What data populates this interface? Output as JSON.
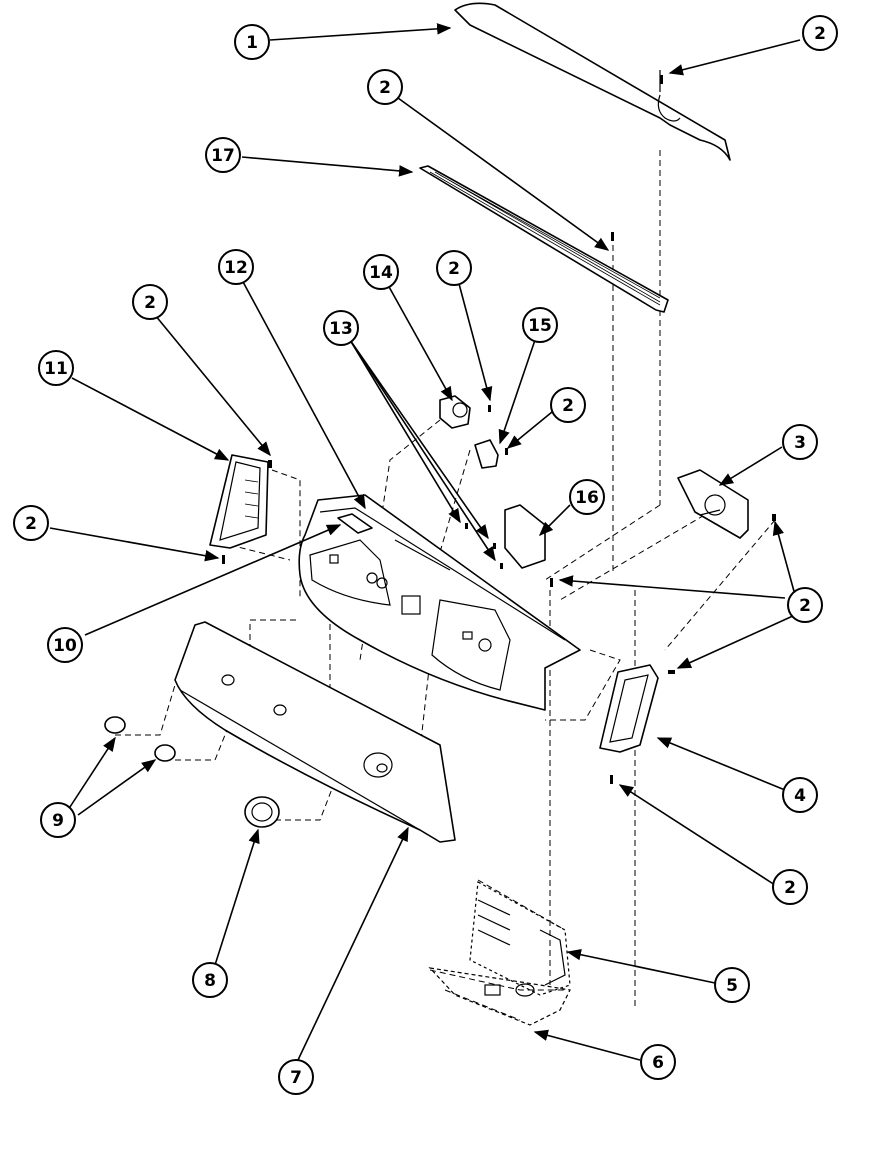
{
  "callouts": [
    {
      "id": "c1",
      "label": "1"
    },
    {
      "id": "c2a",
      "label": "2"
    },
    {
      "id": "c2b",
      "label": "2"
    },
    {
      "id": "c17",
      "label": "17"
    },
    {
      "id": "c12",
      "label": "12"
    },
    {
      "id": "c14",
      "label": "14"
    },
    {
      "id": "c2c",
      "label": "2"
    },
    {
      "id": "c13",
      "label": "13"
    },
    {
      "id": "c15",
      "label": "15"
    },
    {
      "id": "c2d",
      "label": "2"
    },
    {
      "id": "c2e",
      "label": "2"
    },
    {
      "id": "c11",
      "label": "11"
    },
    {
      "id": "c3",
      "label": "3"
    },
    {
      "id": "c16",
      "label": "16"
    },
    {
      "id": "c2f",
      "label": "2"
    },
    {
      "id": "c2g",
      "label": "2"
    },
    {
      "id": "c10",
      "label": "10"
    },
    {
      "id": "c4",
      "label": "4"
    },
    {
      "id": "c9",
      "label": "9"
    },
    {
      "id": "c2h",
      "label": "2"
    },
    {
      "id": "c8",
      "label": "8"
    },
    {
      "id": "c5",
      "label": "5"
    },
    {
      "id": "c6",
      "label": "6"
    },
    {
      "id": "c7",
      "label": "7"
    }
  ]
}
